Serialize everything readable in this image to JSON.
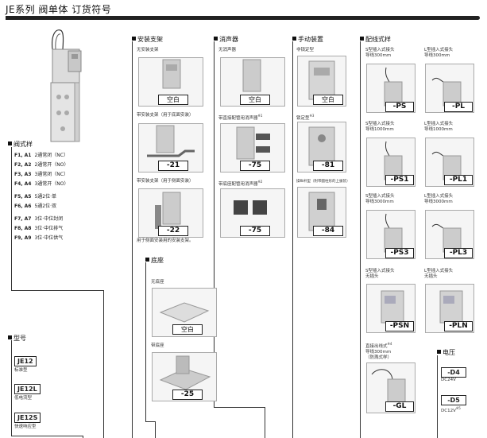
{
  "page": {
    "title": "JE系列 阀单体 订货符号"
  },
  "sections": {
    "mounting": {
      "title": "安装支架",
      "items": [
        {
          "label": "无安装支架",
          "code": "空白"
        },
        {
          "label": "带安装支架（用于底面安装）",
          "code": "-21"
        },
        {
          "label": "带安装支架（用于侧面安装）",
          "code": "-22"
        }
      ],
      "note": "用于侧面安装用的安装支架。"
    },
    "silencer": {
      "title": "消声器",
      "items": [
        {
          "label": "无消声器",
          "code": "空白"
        },
        {
          "label": "带直接配管用消声器",
          "sup": "※1",
          "code": "-75"
        },
        {
          "label": "带底座配管用消声器",
          "sup": "※2",
          "code": "-75"
        }
      ]
    },
    "manual": {
      "title": "手动装置",
      "items": [
        {
          "label": "非锁定型",
          "code": "空白"
        },
        {
          "label": "锁定型",
          "sup": "※3",
          "code": "-81"
        },
        {
          "label": "操纵杆型（附带圆柱形的上拔装）",
          "code": "-84"
        }
      ]
    },
    "wiring": {
      "title": "配线式样",
      "items": [
        {
          "label1": "S型插入式接头",
          "label2": "导线300mm",
          "code": "-PS"
        },
        {
          "label1": "L型插入式接头",
          "label2": "导线300mm",
          "code": "-PL"
        },
        {
          "label1": "S型插入式接头",
          "label2": "导线1000mm",
          "code": "-PS1"
        },
        {
          "label1": "L型插入式接头",
          "label2": "导线1000mm",
          "code": "-PL1"
        },
        {
          "label1": "S型插入式接头",
          "label2": "导线3000mm",
          "code": "-PS3"
        },
        {
          "label1": "L型插入式接头",
          "label2": "导线3000mm",
          "code": "-PL3"
        },
        {
          "label1": "S型插入式接头",
          "label2": "无插头",
          "code": "-PSN"
        },
        {
          "label1": "L型插入式接头",
          "label2": "无插头",
          "code": "-PLN"
        }
      ],
      "direct": {
        "label1": "直接出线式",
        "sup": "※4",
        "label2": "导线300mm",
        "label3": "（防溅式样）",
        "code": "-GL"
      }
    },
    "base": {
      "title": "底座",
      "items": [
        {
          "label": "无底座",
          "code": "空白"
        },
        {
          "label": "带底座",
          "code": "-25"
        }
      ]
    },
    "function": {
      "title": "阀式样",
      "rows": [
        {
          "code": "F1, A1",
          "desc": "2通常闭（NC）"
        },
        {
          "code": "F2, A2",
          "desc": "2通常开（NO）"
        },
        {
          "code": "F3, A3",
          "desc": "3通常闭（NC）"
        },
        {
          "code": "F4, A4",
          "desc": "3通常开（NO）"
        },
        {
          "code": "F5, A5",
          "desc": "5通2位·单"
        },
        {
          "code": "F6, A6",
          "desc": "5通2位·双"
        },
        {
          "code": "F7, A7",
          "desc": "3位·中位封闭"
        },
        {
          "code": "F8, A8",
          "desc": "3位·中位排气"
        },
        {
          "code": "F9, A9",
          "desc": "3位·中位供气"
        }
      ]
    },
    "model": {
      "title": "型号",
      "items": [
        {
          "code": "JE12",
          "desc": "标准型"
        },
        {
          "code": "JE12L",
          "desc": "低电流型"
        },
        {
          "code": "JE12S",
          "desc": "快速响应型"
        }
      ]
    },
    "voltage": {
      "title": "电压",
      "items": [
        {
          "code": "-D4",
          "desc": "DC24V",
          "sup": ""
        },
        {
          "code": "-D5",
          "desc": "DC12V",
          "sup": "※5"
        }
      ]
    }
  }
}
